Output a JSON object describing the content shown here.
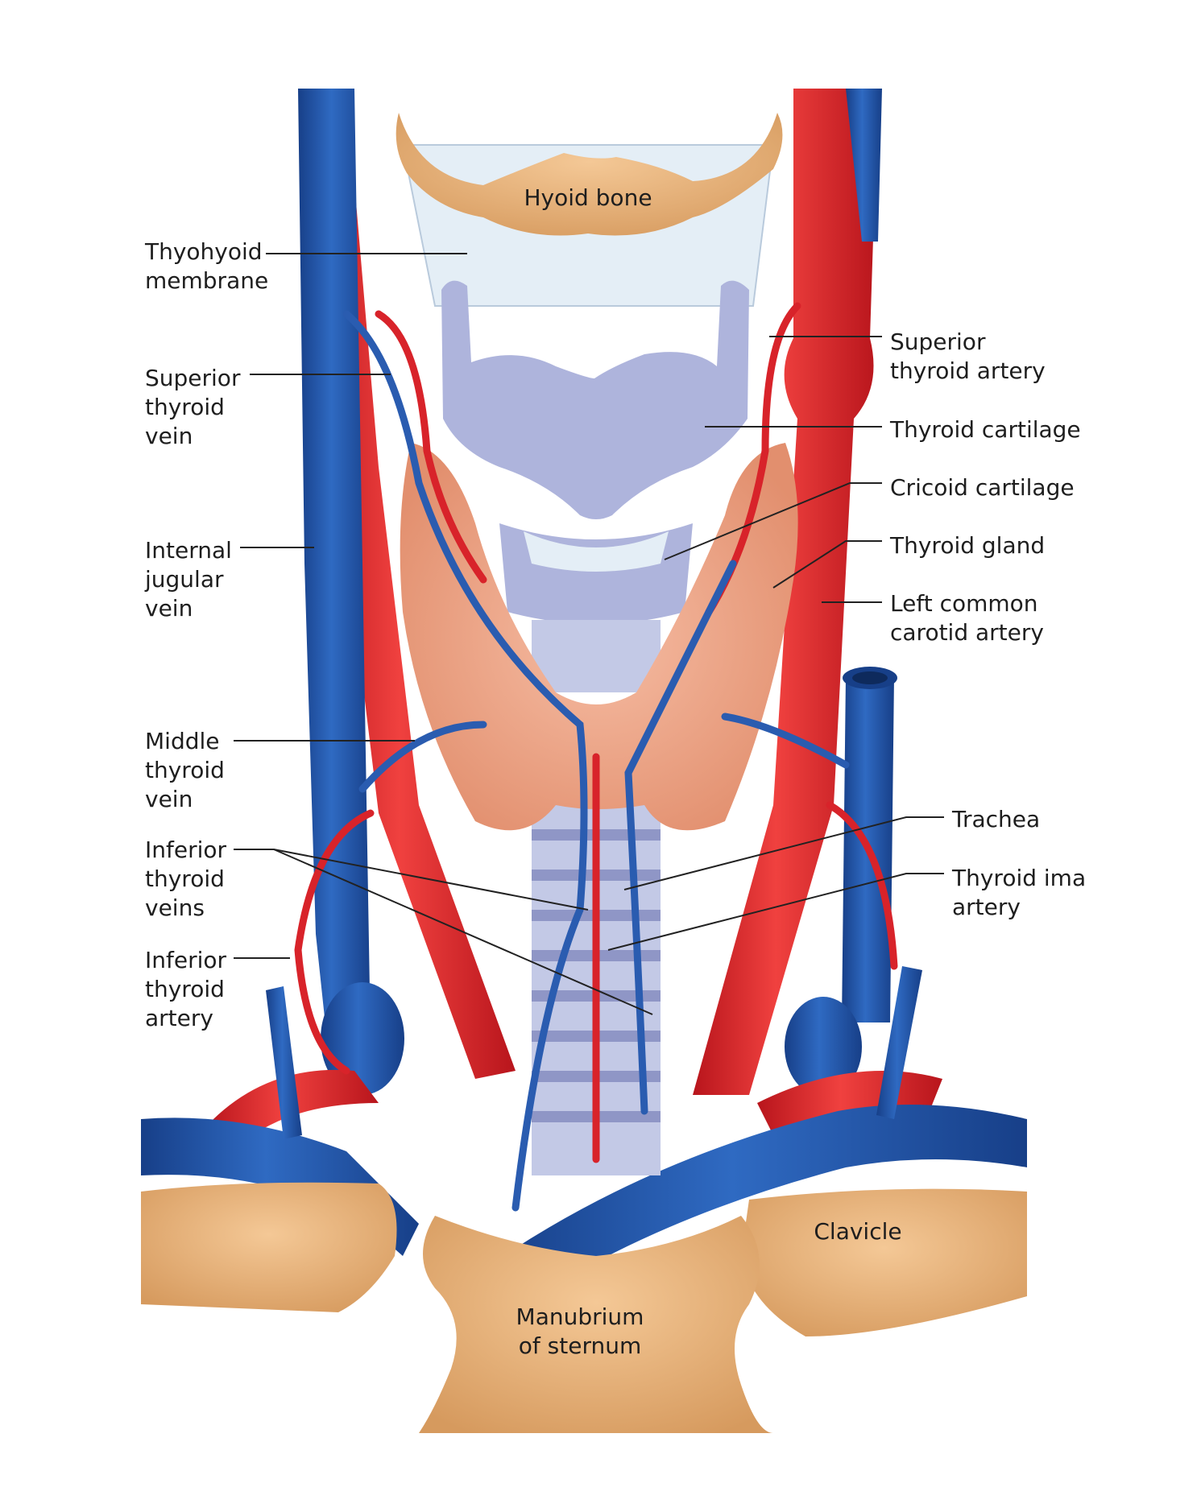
{
  "labels": {
    "hyoid_bone": "Hyoid bone",
    "thyrohyoid_membrane": "Thyohyoid\nmembrane",
    "superior_thyroid_vein": "Superior\nthyroid\nvein",
    "internal_jugular_vein": "Internal\njugular\nvein",
    "middle_thyroid_vein": "Middle\nthyroid\nvein",
    "inferior_thyroid_veins": "Inferior\nthyroid\nveins",
    "inferior_thyroid_artery": "Inferior\nthyroid\nartery",
    "superior_thyroid_artery": "Superior\nthyroid artery",
    "thyroid_cartilage": "Thyroid cartilage",
    "cricoid_cartilage": "Cricoid cartilage",
    "thyroid_gland": "Thyroid gland",
    "left_common_carotid_artery": "Left common\ncarotid artery",
    "trachea": "Trachea",
    "thyroid_ima_artery": "Thyroid ima\nartery",
    "clavicle": "Clavicle",
    "manubrium": "Manubrium\nof sternum"
  },
  "colors": {
    "artery": "#e1242b",
    "vein": "#1f4fa1",
    "bone": "#e9b27c",
    "cartilage": "#aeb4dc",
    "gland": "#efa88b",
    "membrane": "#e4eef6"
  }
}
